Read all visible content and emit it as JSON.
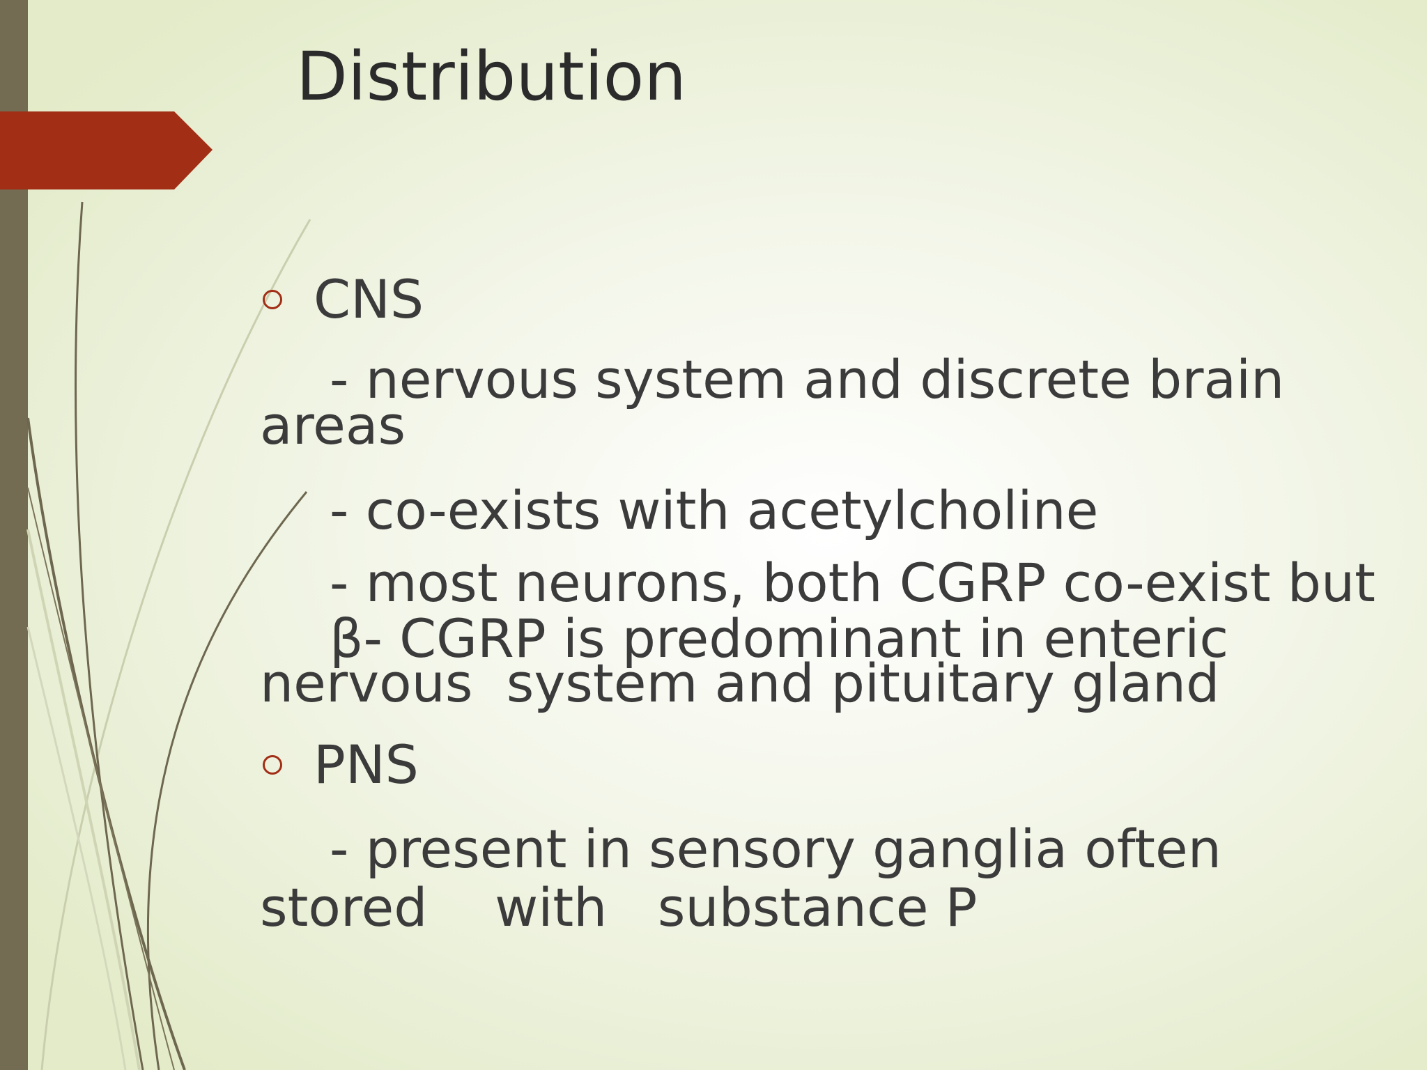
{
  "slide": {
    "title": "Distribution",
    "accent_color": "#a22e16",
    "bar_color": "#736c52",
    "sections": [
      {
        "heading": "CNS",
        "lines": [
          "- nervous system and discrete brain",
          "areas",
          "- co-exists with acetylcholine",
          "- most neurons, both CGRP co-exist but",
          "β- CGRP is predominant in enteric",
          "nervous  system and pituitary gland"
        ]
      },
      {
        "heading": "PNS",
        "lines": [
          "- present in sensory ganglia often",
          "stored    with   substance P"
        ]
      }
    ]
  }
}
